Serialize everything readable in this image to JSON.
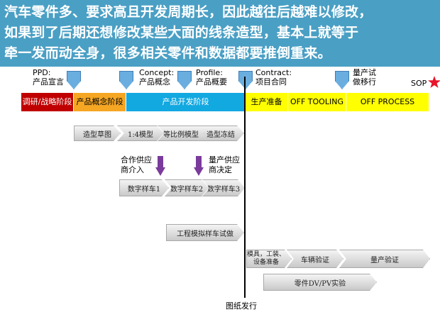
{
  "banner": {
    "lines": [
      "汽车零件多、要求高且开发周期长，因此越往后越难以修改，",
      "如果到了后期还想修改某些大面的线条造型，基本上就等于",
      "牵一发而动全身，很多相关零件和数据都要推倒重来。"
    ]
  },
  "milestones": [
    {
      "en": "PPD:",
      "zh": "产品宣言"
    },
    {
      "en": "Concept:",
      "zh": "产品概念"
    },
    {
      "en": "Profile:",
      "zh": "产品概要"
    },
    {
      "en": "Contract:",
      "zh": "项目合同"
    },
    {
      "en": "量产试",
      "zh": "做移行"
    },
    {
      "en": "SOP",
      "zh": ""
    }
  ],
  "phases": [
    {
      "label": "调研/战略阶段",
      "color": "#c00000",
      "text_color": "#ffffff"
    },
    {
      "label": "产品概念阶段",
      "color": "#f5a623",
      "text_color": "#000000"
    },
    {
      "label": "产品开发阶段",
      "color": "#12a8e0",
      "text_color": "#ffffff"
    },
    {
      "label": "生产准备",
      "color": "#ffff00",
      "text_color": "#000000"
    },
    {
      "label": "OFF TOOLING",
      "color": "#ffff00",
      "text_color": "#000000"
    },
    {
      "label": "OFF PROCESS",
      "color": "#ffff00",
      "text_color": "#000000"
    }
  ],
  "styling_steps": [
    "造型草图",
    "1:4模型",
    "等比例模型",
    "造型冻结"
  ],
  "supplier_labels": [
    {
      "line1": "合作供应",
      "line2": "商介入"
    },
    {
      "line1": "量产供应",
      "line2": "商决定"
    }
  ],
  "digital_samples": [
    "数字样车1",
    "数字样车2",
    "数字样车3"
  ],
  "engineering_sim": "工程模拟样车试做",
  "production_steps": [
    "模具，工装、设备准备",
    "车辆验证",
    "量产验证"
  ],
  "parts_test": "零件DV/PV实验",
  "release_label": "图纸发行",
  "colors": {
    "banner": "#4a9fc4",
    "milestone_pin": "#6aaee0",
    "sop_star": "#e8142a",
    "supplier_arrow": "#7a3b9c"
  }
}
